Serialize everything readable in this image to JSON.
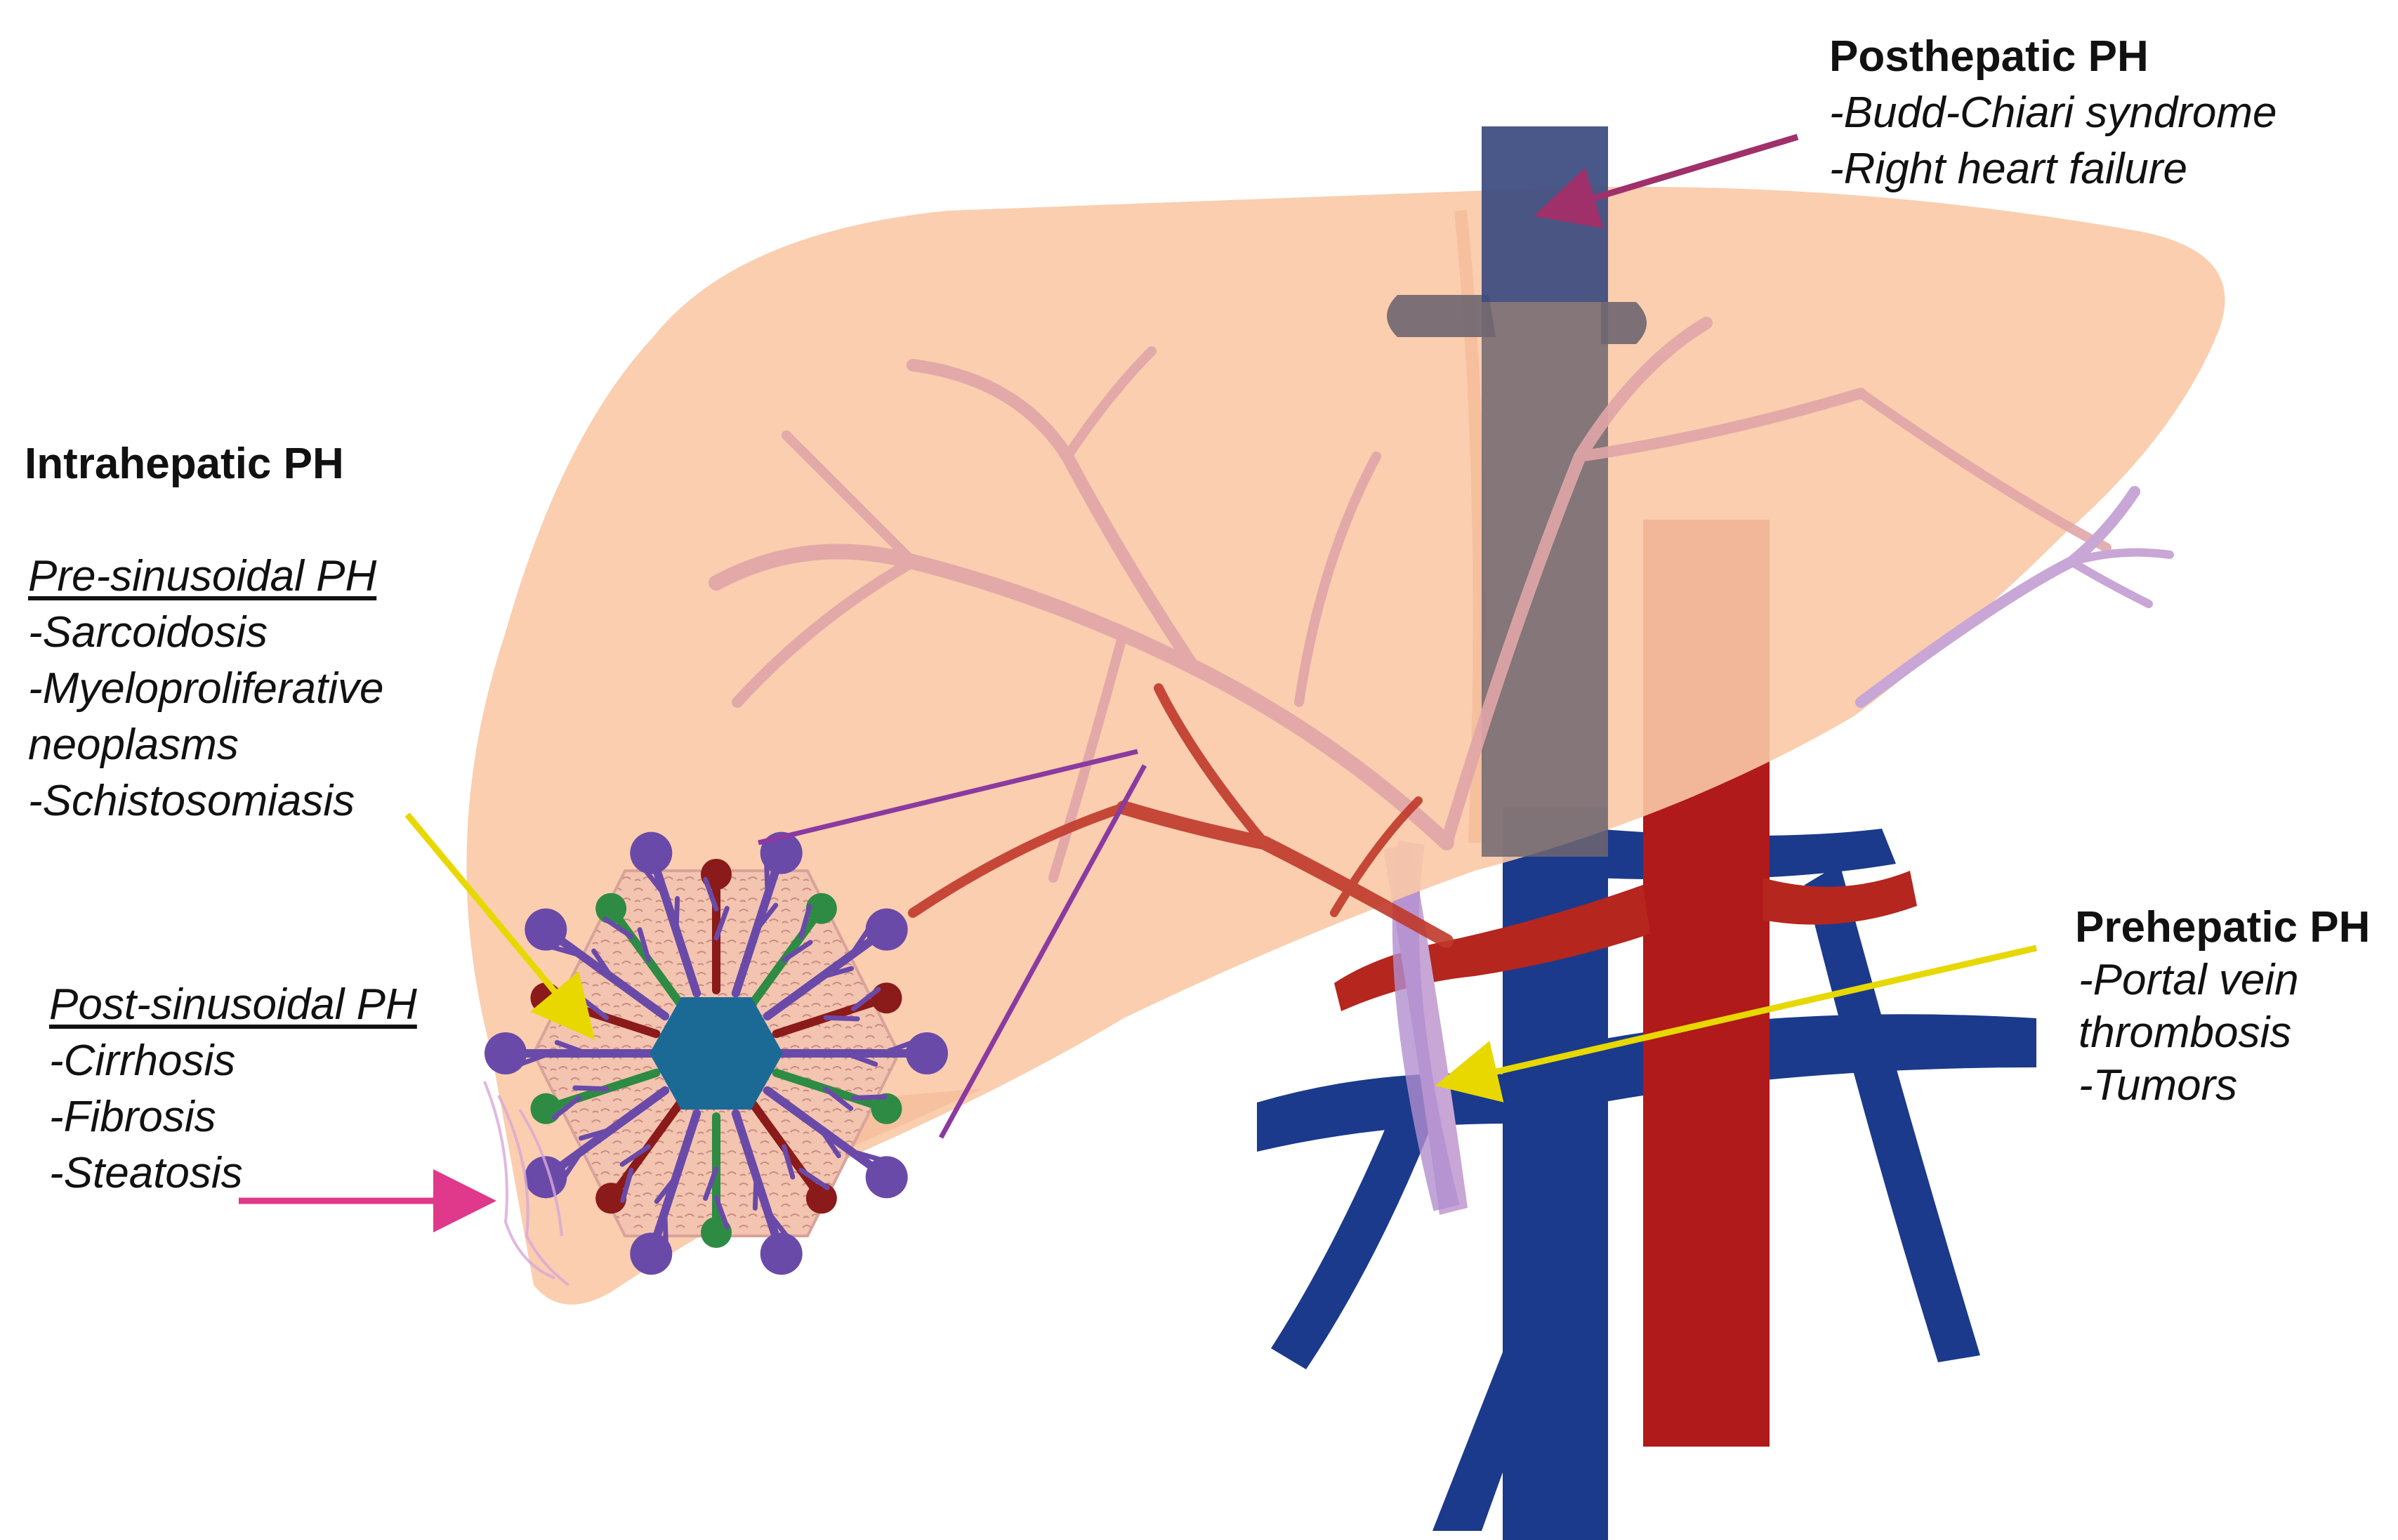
{
  "posthepatic": {
    "title": "Posthepatic PH",
    "items": [
      "-Budd-Chiari syndrome",
      "-Right heart failure"
    ]
  },
  "intrahepatic": {
    "title": "Intrahepatic PH",
    "pre_title": "Pre-sinusoidal PH",
    "pre_items": [
      "-Sarcoidosis",
      "-Myeloproliferative",
      "neoplasms",
      "-Schistosomiasis"
    ],
    "post_title": "Post-sinusoidal PH",
    "post_items": [
      "-Cirrhosis",
      "-Fibrosis",
      "-Steatosis"
    ]
  },
  "prehepatic": {
    "title": "Prehepatic PH",
    "items": [
      "-Portal vein",
      "thrombosis",
      "-Tumors"
    ]
  },
  "colors": {
    "liver": "#f9c9a6",
    "vena_cava": "#1b3a8c",
    "hepatic_vein": "#6e6670",
    "aorta": "#b01a1a",
    "hepatic_artery": "#c0392b",
    "portal_branch": "#e0a6a8",
    "arrow_post": "#a0306a",
    "arrow_pre": "#f0e000",
    "arrow_prehepatic": "#e6d800",
    "arrow_steatosis": "#e0388a",
    "lobule_center": "#1b6a96",
    "lobule_purple": "#6a4aa8",
    "lobule_green": "#2e8b44",
    "lobule_red": "#8b1a1a"
  }
}
